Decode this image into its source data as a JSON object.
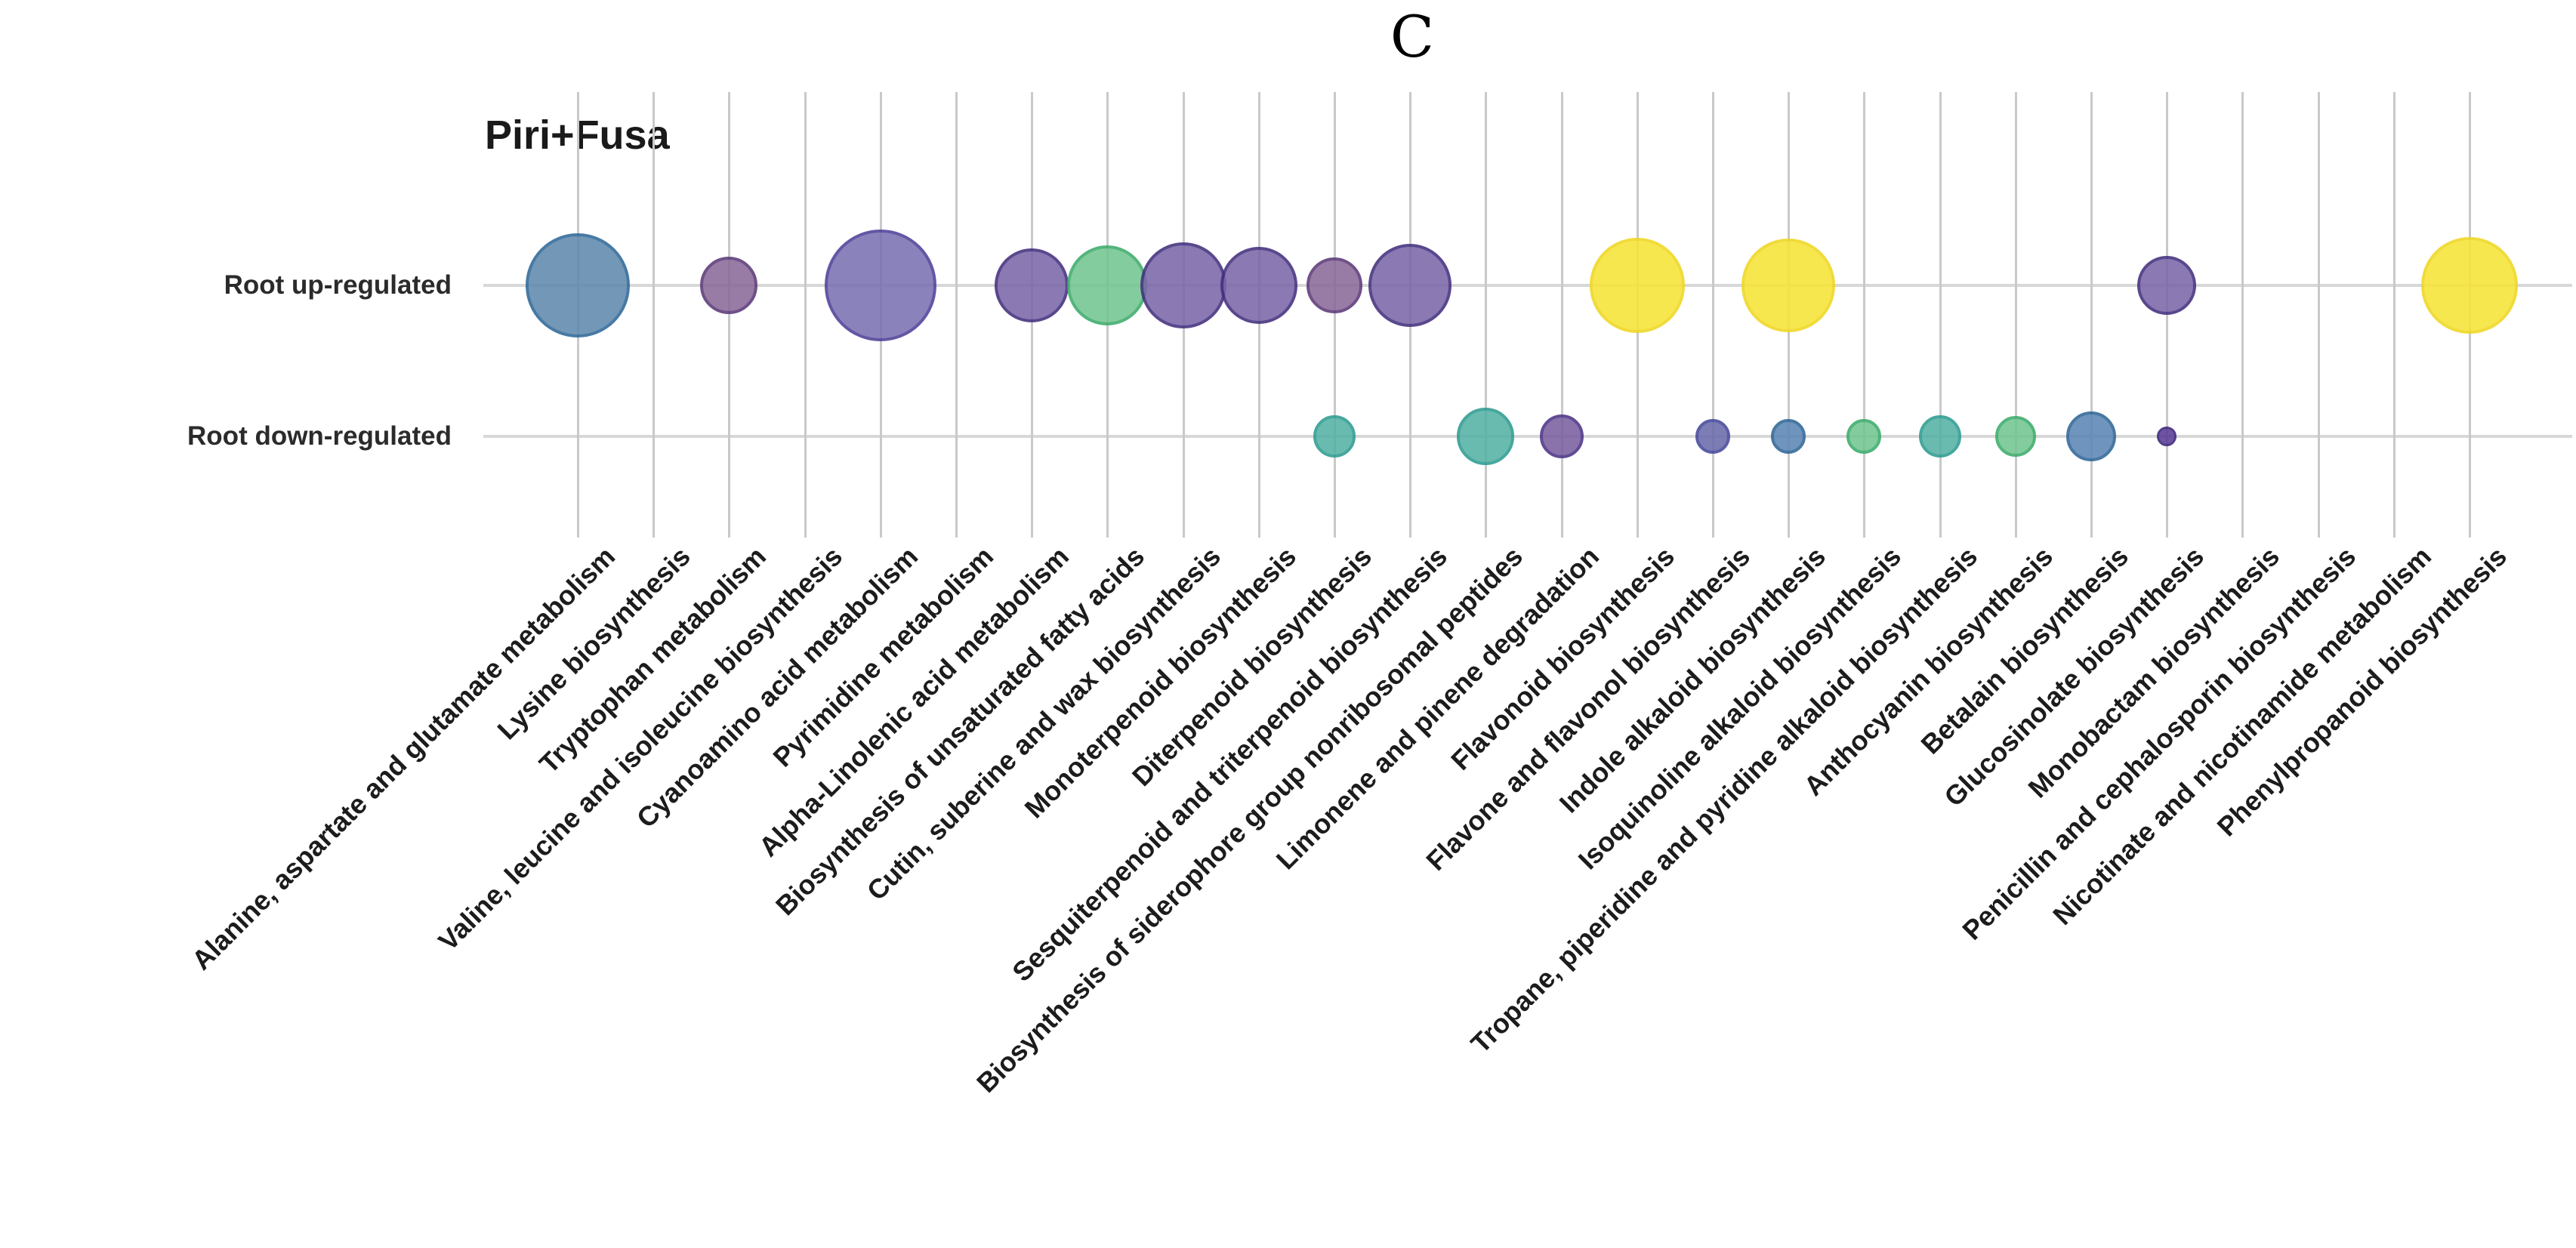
{
  "panel_label": "C",
  "title": "Piri+Fusa",
  "rows": [
    {
      "label": "Root up-regulated"
    },
    {
      "label": "Root down-regulated"
    }
  ],
  "palette": {
    "steel_blue": {
      "fill": "#6089ad",
      "stroke": "#2e6898"
    },
    "mauve": {
      "fill": "#8a6a9a",
      "stroke": "#5c3a78"
    },
    "slate_purple": {
      "fill": "#7a72b2",
      "stroke": "#4f3f99"
    },
    "purple": {
      "fill": "#7b67a8",
      "stroke": "#432f7e"
    },
    "green": {
      "fill": "#72c591",
      "stroke": "#3cab6b"
    },
    "teal": {
      "fill": "#55b2a4",
      "stroke": "#2d9c90"
    },
    "yellow": {
      "fill": "#f7e437",
      "stroke": "#efd720"
    },
    "violet": {
      "fill": "#7a5fa0",
      "stroke": "#4c3487"
    },
    "slate_blue": {
      "fill": "#6b6cab",
      "stroke": "#45489a"
    },
    "blue": {
      "fill": "#5c86b5",
      "stroke": "#2f6697"
    },
    "dark_purple": {
      "fill": "#5b3d96",
      "stroke": "#3a2478"
    }
  },
  "chart_data": {
    "type": "scatter",
    "subtype": "bubble",
    "title": "Piri+Fusa",
    "grid": true,
    "y_categories": [
      "Root up-regulated",
      "Root down-regulated"
    ],
    "x_categories": [
      "Alanine, aspartate and glutamate metabolism",
      "Lysine biosynthesis",
      "Tryptophan metabolism",
      "Valine, leucine and isoleucine biosynthesis",
      "Cyanoamino acid metabolism",
      "Pyrimidine metabolism",
      "Alpha-Linolenic acid metabolism",
      "Biosynthesis of unsaturated fatty acids",
      "Cutin, suberine and wax biosynthesis",
      "Monoterpenoid biosynthesis",
      "Diterpenoid biosynthesis",
      "Sesquiterpenoid and triterpenoid biosynthesis",
      "Biosynthesis of siderophore group nonribosomal peptides",
      "Limonene and pinene degradation",
      "Flavonoid biosynthesis",
      "Flavone and flavonol biosynthesis",
      "Indole alkaloid biosynthesis",
      "Isoquinoline alkaloid biosynthesis",
      "Tropane, piperidine and pyridine alkaloid biosynthesis",
      "Anthocyanin biosynthesis",
      "Betalain biosynthesis",
      "Glucosinolate biosynthesis",
      "Monobactam biosynthesis",
      "Penicillin and cephalosporin biosynthesis",
      "Nicotinate and nicotinamide metabolism",
      "Phenylpropanoid biosynthesis"
    ],
    "bubbles": [
      {
        "row": "Root up-regulated",
        "category_index": 0,
        "category": "Alanine, aspartate and glutamate metabolism",
        "radius_px": 69,
        "color": "steel_blue"
      },
      {
        "row": "Root up-regulated",
        "category_index": 2,
        "category": "Tryptophan metabolism",
        "radius_px": 38,
        "color": "mauve"
      },
      {
        "row": "Root up-regulated",
        "category_index": 4,
        "category": "Cyanoamino acid metabolism",
        "radius_px": 74,
        "color": "slate_purple"
      },
      {
        "row": "Root up-regulated",
        "category_index": 6,
        "category": "Alpha-Linolenic acid metabolism",
        "radius_px": 49,
        "color": "purple"
      },
      {
        "row": "Root up-regulated",
        "category_index": 7,
        "category": "Biosynthesis of unsaturated fatty acids",
        "radius_px": 53,
        "color": "green"
      },
      {
        "row": "Root up-regulated",
        "category_index": 8,
        "category": "Cutin, suberine and wax biosynthesis",
        "radius_px": 57,
        "color": "purple"
      },
      {
        "row": "Root up-regulated",
        "category_index": 9,
        "category": "Monoterpenoid biosynthesis",
        "radius_px": 51,
        "color": "purple"
      },
      {
        "row": "Root up-regulated",
        "category_index": 10,
        "category": "Diterpenoid biosynthesis",
        "radius_px": 37,
        "color": "mauve"
      },
      {
        "row": "Root up-regulated",
        "category_index": 11,
        "category": "Sesquiterpenoid and triterpenoid biosynthesis",
        "radius_px": 55,
        "color": "purple"
      },
      {
        "row": "Root up-regulated",
        "category_index": 14,
        "category": "Flavonoid biosynthesis",
        "radius_px": 63,
        "color": "yellow"
      },
      {
        "row": "Root up-regulated",
        "category_index": 16,
        "category": "Indole alkaloid biosynthesis",
        "radius_px": 62,
        "color": "yellow"
      },
      {
        "row": "Root up-regulated",
        "category_index": 21,
        "category": "Glucosinolate biosynthesis",
        "radius_px": 39,
        "color": "purple"
      },
      {
        "row": "Root up-regulated",
        "category_index": 25,
        "category": "Phenylpropanoid biosynthesis",
        "radius_px": 64,
        "color": "yellow"
      },
      {
        "row": "Root down-regulated",
        "category_index": 10,
        "category": "Diterpenoid biosynthesis",
        "radius_px": 28,
        "color": "teal"
      },
      {
        "row": "Root down-regulated",
        "category_index": 12,
        "category": "Biosynthesis of siderophore group nonribosomal peptides",
        "radius_px": 38,
        "color": "teal"
      },
      {
        "row": "Root down-regulated",
        "category_index": 13,
        "category": "Limonene and pinene degradation",
        "radius_px": 29,
        "color": "violet"
      },
      {
        "row": "Root down-regulated",
        "category_index": 15,
        "category": "Flavone and flavonol biosynthesis",
        "radius_px": 23,
        "color": "slate_blue"
      },
      {
        "row": "Root down-regulated",
        "category_index": 16,
        "category": "Indole alkaloid biosynthesis",
        "radius_px": 23,
        "color": "blue"
      },
      {
        "row": "Root down-regulated",
        "category_index": 17,
        "category": "Isoquinoline alkaloid biosynthesis",
        "radius_px": 23,
        "color": "green"
      },
      {
        "row": "Root down-regulated",
        "category_index": 18,
        "category": "Tropane, piperidine and pyridine alkaloid biosynthesis",
        "radius_px": 28,
        "color": "teal"
      },
      {
        "row": "Root down-regulated",
        "category_index": 19,
        "category": "Anthocyanin biosynthesis",
        "radius_px": 27,
        "color": "green"
      },
      {
        "row": "Root down-regulated",
        "category_index": 20,
        "category": "Betalain biosynthesis",
        "radius_px": 33,
        "color": "blue"
      },
      {
        "row": "Root down-regulated",
        "category_index": 21,
        "category": "Glucosinolate biosynthesis",
        "radius_px": 13,
        "color": "dark_purple"
      }
    ]
  }
}
